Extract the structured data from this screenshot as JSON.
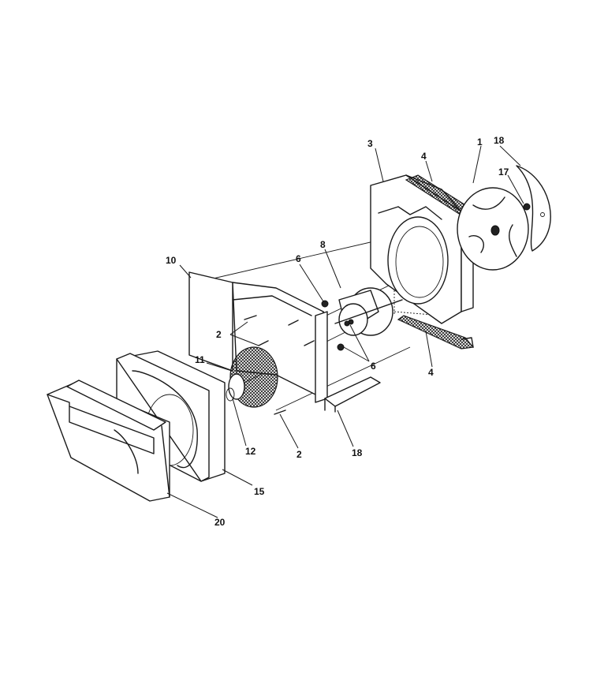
{
  "callouts": {
    "c1": "1",
    "c2a": "2",
    "c2b": "2",
    "c3": "3",
    "c4a": "4",
    "c4b": "4",
    "c6a": "6",
    "c6b": "6",
    "c8": "8",
    "c10": "10",
    "c11": "11",
    "c12": "12",
    "c15": "15",
    "c17": "17",
    "c18a": "18",
    "c18b": "18",
    "c20": "20"
  }
}
